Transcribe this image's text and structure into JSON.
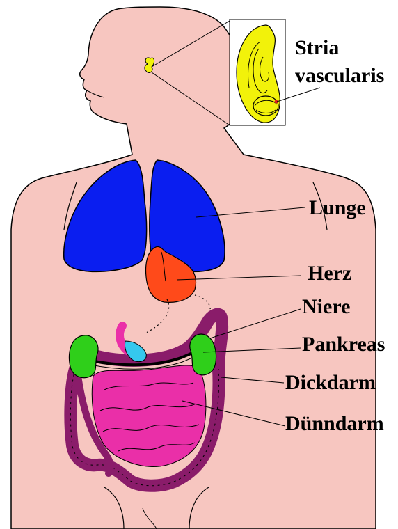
{
  "labels": {
    "stria": [
      "Stria",
      "vascularis"
    ],
    "lunge": "Lunge",
    "herz": "Herz",
    "niere": "Niere",
    "pankreas": "Pankreas",
    "dickdarm": "Dickdarm",
    "duenndarm": "Dünndarm"
  },
  "colors": {
    "skin": "#f7c6c0",
    "lung": "#0a1ef0",
    "heart": "#ff4a1a",
    "kidney": "#2fcf1a",
    "pancreas": "#35c8ee",
    "small_intestine": "#ea2fa8",
    "large_intestine": "#8a1c6a",
    "cochlea": "#f2f20a",
    "outline": "#000000"
  }
}
